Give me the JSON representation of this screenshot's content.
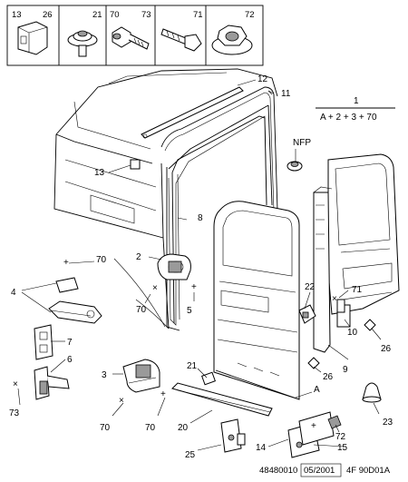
{
  "header_parts": [
    {
      "refs": [
        "13",
        "26"
      ],
      "icon": "clip-fastener-icon"
    },
    {
      "refs": [
        "21"
      ],
      "icon": "push-rivet-icon"
    },
    {
      "refs": [
        "70",
        "73"
      ],
      "icon": "torx-bolt-icon"
    },
    {
      "refs": [
        "71"
      ],
      "icon": "hex-bolt-icon"
    },
    {
      "refs": [
        "72"
      ],
      "icon": "flange-nut-icon"
    }
  ],
  "formula": {
    "top": "1",
    "bottom": "A + 2 + 3 + 70"
  },
  "nfp_label": "NFP",
  "callouts": {
    "c2": "2",
    "c3": "3",
    "c4": "4",
    "c5": "5",
    "c6": "6",
    "c7": "7",
    "c8": "8",
    "c9": "9",
    "c10": "10",
    "c11": "11",
    "c12": "12",
    "c13": "13",
    "c14": "14",
    "c15": "15",
    "c20": "20",
    "c21": "21",
    "c22": "22",
    "c23": "23",
    "c25": "25",
    "c26a": "26",
    "c26b": "26",
    "c70a": "70",
    "c70b": "70",
    "c70c": "70",
    "c70d": "70",
    "c71": "71",
    "c72": "72",
    "c73": "73",
    "cA": "A"
  },
  "footer": {
    "drawing_number": "48480010",
    "date": "05/2001",
    "code": "4F 90D01A"
  }
}
